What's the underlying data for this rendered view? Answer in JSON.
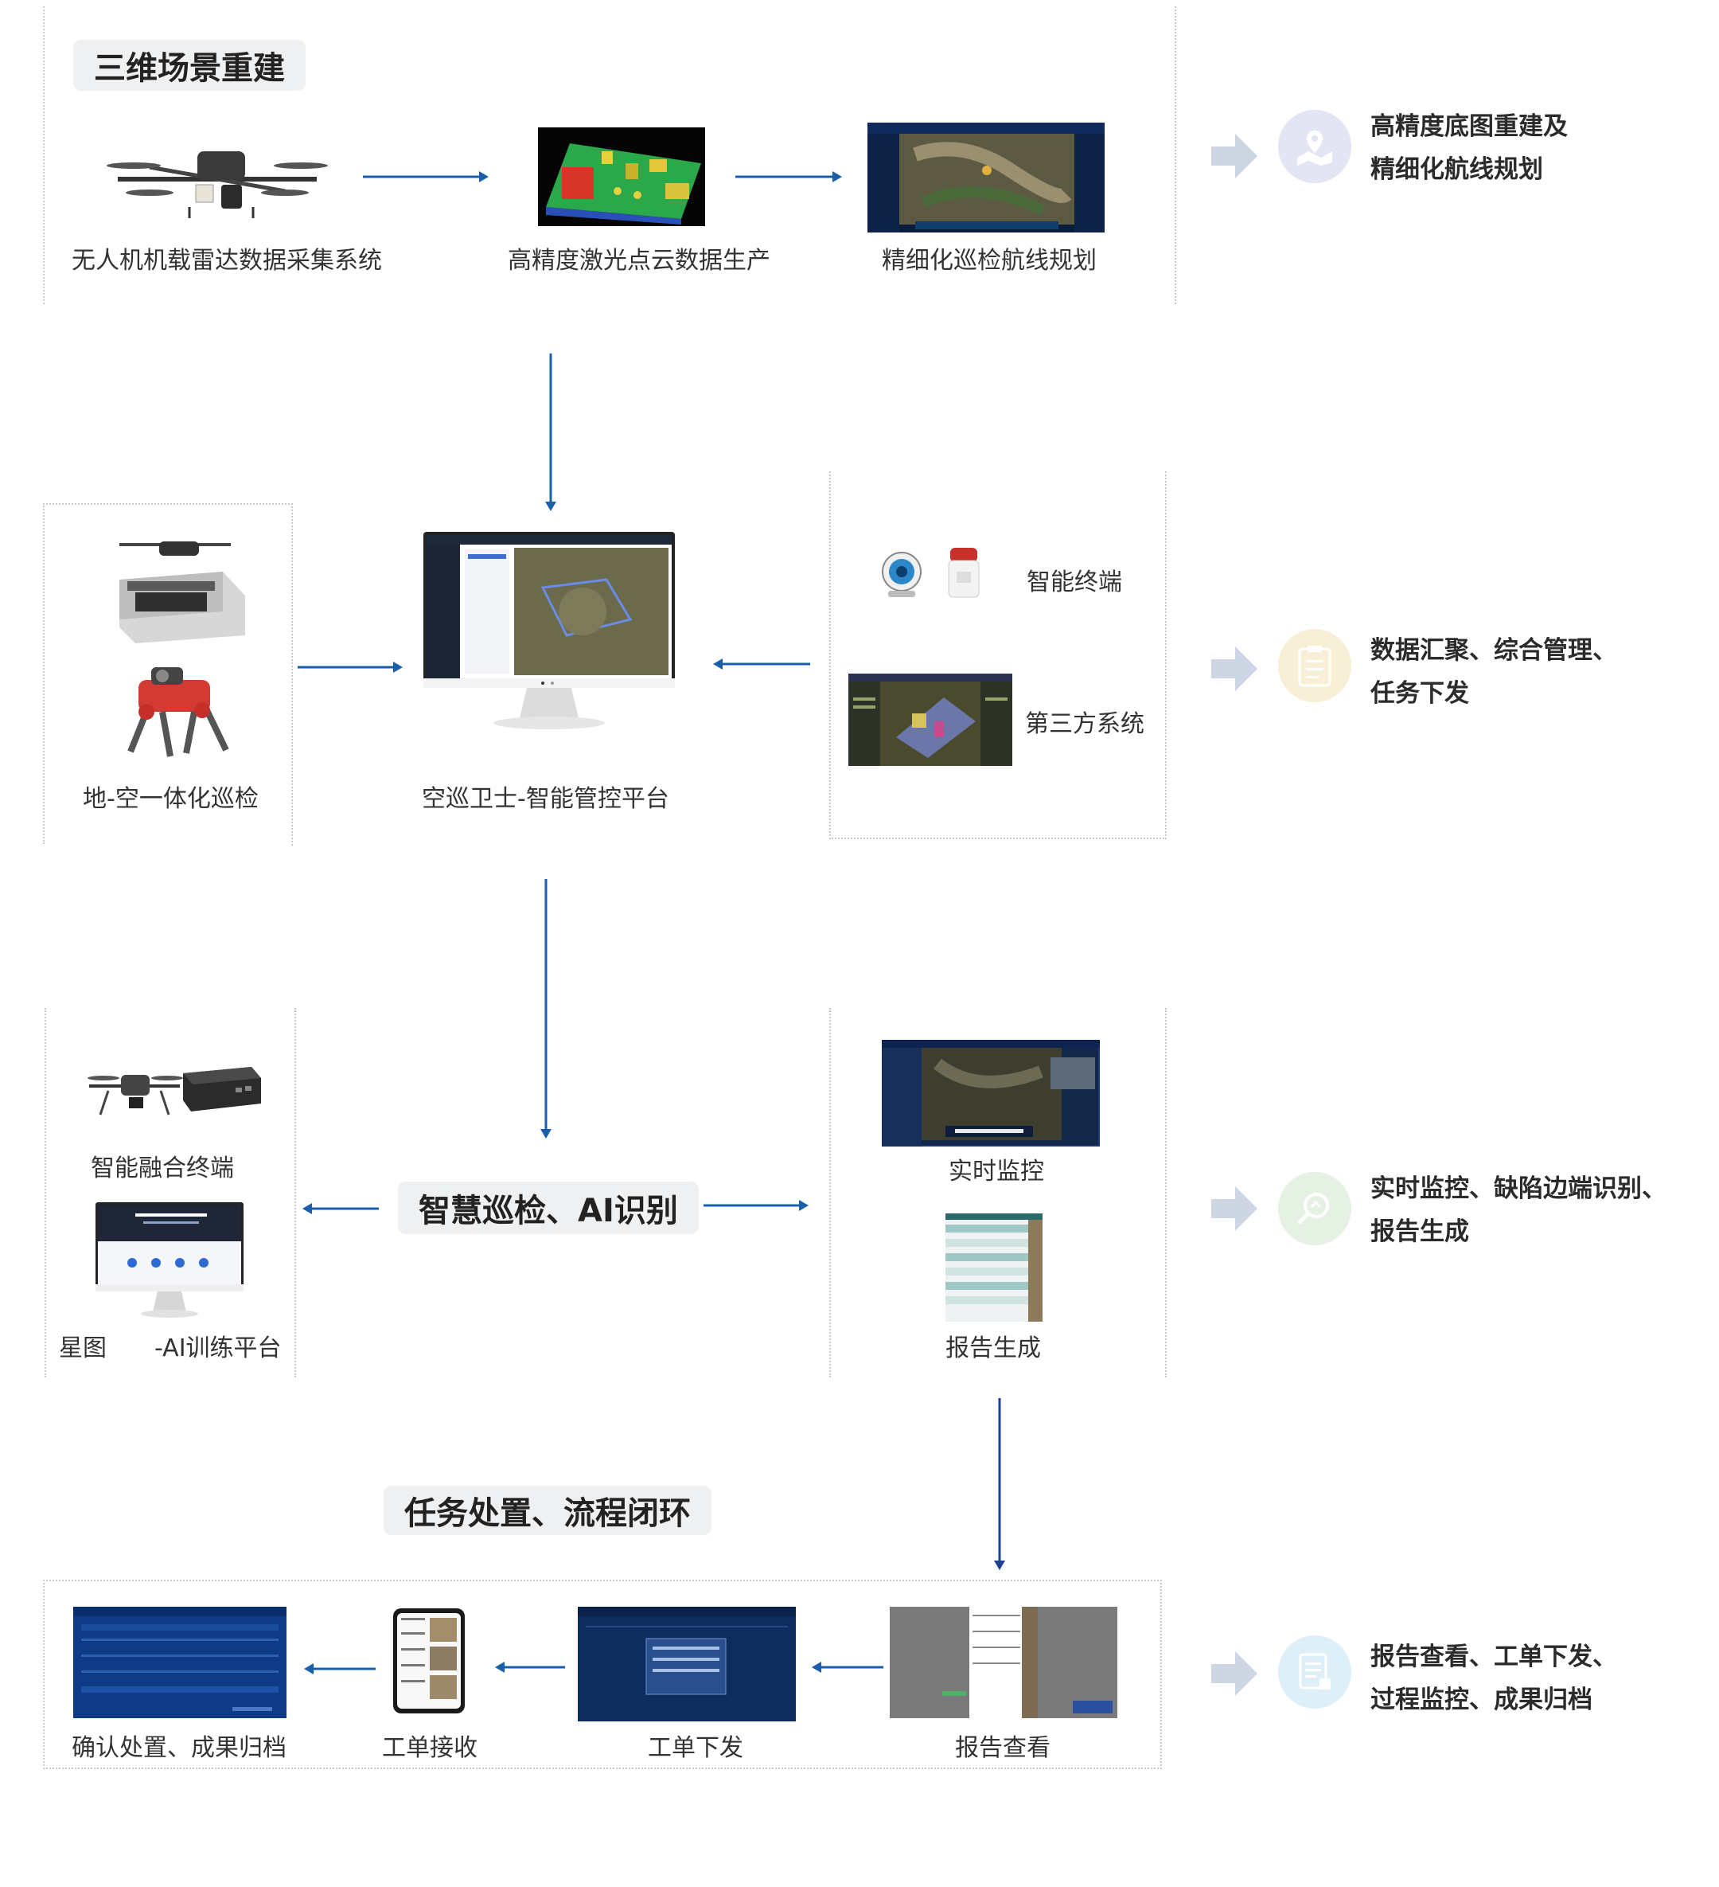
{
  "section1": {
    "title": "三维场景重建",
    "steps": [
      "无人机机载雷达数据采集系统",
      "高精度激光点云数据生产",
      "精细化巡检航线规划"
    ]
  },
  "section2": {
    "left_label": "地-空一体化巡检",
    "center_label": "空巡卫士-智能管控平台",
    "right_items": [
      "智能终端",
      "第三方系统"
    ]
  },
  "section3": {
    "title": "智慧巡检、AI识别",
    "left_items": [
      "智能融合终端",
      "星图",
      "-AI训练平台"
    ],
    "right_items": [
      "实时监控",
      "报告生成"
    ]
  },
  "section4": {
    "title": "任务处置、流程闭环",
    "steps": [
      "确认处置、成果归档",
      "工单接收",
      "工单下发",
      "报告查看"
    ]
  },
  "summaries": [
    {
      "line1": "高精度底图重建及",
      "line2": "精细化航线规划",
      "icon": "map-pin-icon",
      "color": "#e3e4f4"
    },
    {
      "line1": "数据汇聚、综合管理、",
      "line2": "任务下发",
      "icon": "clipboard-icon",
      "color": "#f8f0d6"
    },
    {
      "line1": "实时监控、缺陷边端识别、",
      "line2": "报告生成",
      "icon": "magnifier-icon",
      "color": "#e5f1e3"
    },
    {
      "line1": "报告查看、工单下发、",
      "line2": "过程监控、成果归档",
      "icon": "document-icon",
      "color": "#deeff8"
    }
  ],
  "colors": {
    "arrow": "#1a5fa8",
    "arrow_dark": "#1f3f8f",
    "side_arrow": "#cdd6e2"
  }
}
